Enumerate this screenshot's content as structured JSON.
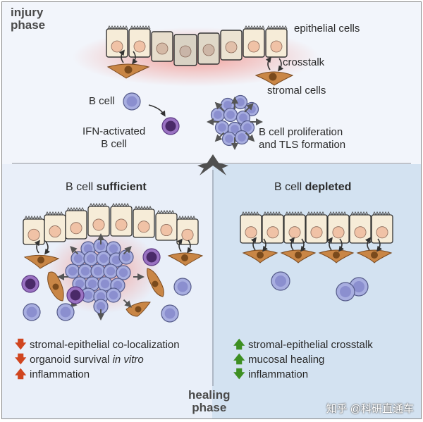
{
  "top": {
    "phase_line1": "injury",
    "phase_line2": "phase",
    "epithelial_label": "epithelial cells",
    "crosstalk_label": "crosstalk",
    "stromal_label": "stromal cells",
    "bcell_label": "B cell",
    "ifn_line1": "IFN-activated",
    "ifn_line2": "B cell",
    "prolif_line1": "B cell proliferation",
    "prolif_line2": "and TLS formation"
  },
  "left": {
    "title_prefix": "B cell ",
    "title_bold": "sufficient",
    "items": [
      {
        "arrow": "down",
        "text": "stromal-epithelial co-localization"
      },
      {
        "arrow": "down",
        "text": "organoid survival ",
        "italic": "in vitro"
      },
      {
        "arrow": "up",
        "text": "inflammation"
      }
    ]
  },
  "right": {
    "title_prefix": "B cell ",
    "title_bold": "depleted",
    "items": [
      {
        "arrow": "up",
        "text": "stromal-epithelial crosstalk"
      },
      {
        "arrow": "up",
        "text": "mucosal healing"
      },
      {
        "arrow": "down",
        "text": "inflammation"
      }
    ]
  },
  "bottom": {
    "phase_line1": "healing",
    "phase_line2": "phase"
  },
  "watermark": "知乎 @科研直通车",
  "colors": {
    "top_bg": "#f2f5fb",
    "left_bg": "#e9eff9",
    "right_bg": "#d3e2f1",
    "epithelial_fill": "#f6ecd8",
    "nucleus": "#f0c2a6",
    "stromal": "#c98646",
    "bcell": "#a8aee0",
    "activated_bcell": "#7b4fa8",
    "inflammation_glow": "#f5a9a1",
    "down_arrow_red": "#d0451f",
    "up_arrow_green": "#3d8f22"
  }
}
